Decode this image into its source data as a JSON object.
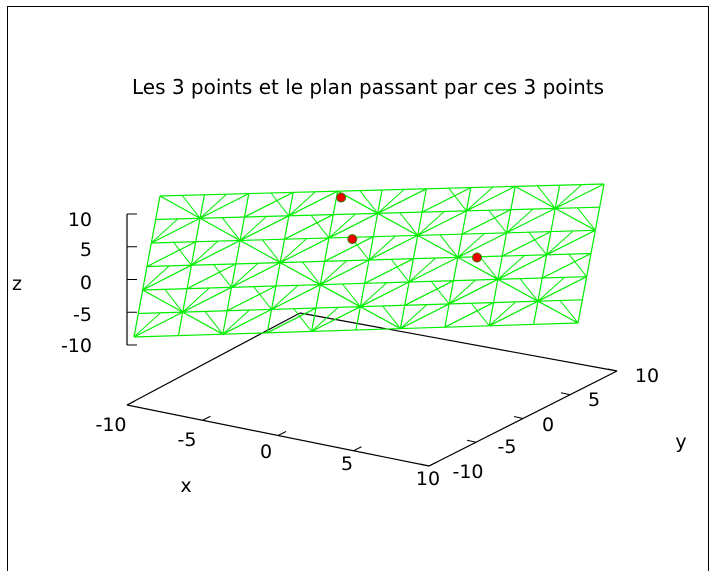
{
  "chart_data": {
    "type": "surface3d",
    "title": "Les 3 points et le plan passant par ces 3 points",
    "xlabel": "x",
    "ylabel": "y",
    "zlabel": "z",
    "xlim": [
      -10,
      10
    ],
    "ylim": [
      -10,
      10
    ],
    "zlim": [
      -10,
      10
    ],
    "x_ticks": [
      "-10",
      "-5",
      "0",
      "5",
      "10"
    ],
    "y_ticks": [
      "-10",
      "-5",
      "0",
      "5",
      "10"
    ],
    "z_ticks": [
      "10",
      "5",
      "0",
      "-5",
      "-10"
    ],
    "plane_color": "#00ee00",
    "point_color": "#ee0000",
    "points": [
      {
        "x": -4,
        "y": 3,
        "z": 6
      },
      {
        "x": -2,
        "y": 1,
        "z": 2
      },
      {
        "x": 5,
        "y": 3,
        "z": 1
      }
    ]
  }
}
